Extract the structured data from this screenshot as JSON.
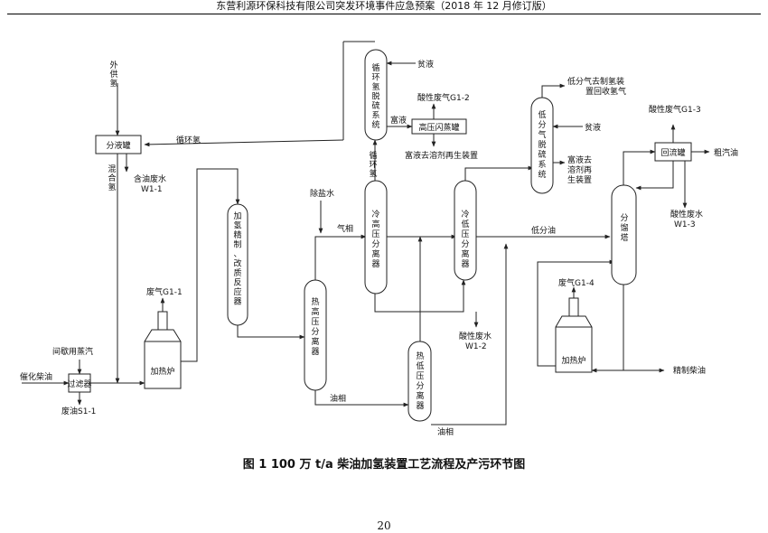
{
  "header": "东营利源环保科技有限公司突发环境事件应急预案（2018 年 12 月修订版）",
  "caption": "图 1 100 万 t/a 柴油加氢装置工艺流程及产污环节图",
  "page_number": "20",
  "equipment": {
    "separator_tank": "分液罐",
    "filter": "过滤器",
    "furnace1": "加热炉",
    "furnace2": "加热炉",
    "hp_flash": "高压闪蒸罐",
    "reflux_tank": "回流罐",
    "reactor": [
      "加",
      "氢",
      "精",
      "制",
      "、",
      "改",
      "质",
      "反",
      "应",
      "器"
    ],
    "hot_hp": [
      "热",
      "高",
      "压",
      "分",
      "离",
      "器"
    ],
    "hot_lp": [
      "热",
      "低",
      "压",
      "分",
      "离",
      "器"
    ],
    "cold_hp": [
      "冷",
      "高",
      "压",
      "分",
      "离",
      "器"
    ],
    "cold_lp": [
      "冷",
      "低",
      "压",
      "分",
      "离",
      "器"
    ],
    "fractionator": [
      "分",
      "馏",
      "塔"
    ],
    "recycle_desulf": [
      "循",
      "环",
      "氢",
      "脱",
      "硫",
      "系",
      "统"
    ],
    "lowgas_desulf": [
      "低",
      "分",
      "气",
      "脱",
      "硫",
      "系",
      "统"
    ]
  },
  "labels": {
    "external_h2": [
      "外",
      "供",
      "氢"
    ],
    "mixed_h2": [
      "混",
      "合",
      "氢"
    ],
    "recycle_h2_vertical": [
      "循",
      "环",
      "氢"
    ],
    "recycle_h2": "循环氢",
    "oily_water": "含油废水",
    "w1_1": "W1-1",
    "lean_liquid1": "贫液",
    "rich_liquid": "富液",
    "acid_gas_g12": "酸性废气G1-2",
    "rich_to_regen": "富液去溶剂再生装置",
    "lowgas_recovery_1": "低分气去制氢装",
    "lowgas_recovery_2": "置回收氢气",
    "lean_liquid2": "贫液",
    "rich_regen2_1": "富液去",
    "rich_regen2_2": "溶剂再",
    "rich_regen2_3": "生装置",
    "acid_gas_g13": "酸性废气G1-3",
    "crude_gasoline": "粗汽油",
    "acid_water_w13": "酸性废水",
    "w1_3": "W1-3",
    "desalted_water": "除盐水",
    "gas_phase": "气相",
    "low_oil": "低分油",
    "exhaust_g11": "废气G1-1",
    "intermittent_steam": "间歇用蒸汽",
    "catalytic_diesel": "催化柴油",
    "waste_oil": "废油S1-1",
    "oil_phase1": "油相",
    "oil_phase2": "油相",
    "acid_water_w12": "酸性废水",
    "w1_2": "W1-2",
    "exhaust_g14": "废气G1-4",
    "refined_diesel": "精制柴油"
  }
}
